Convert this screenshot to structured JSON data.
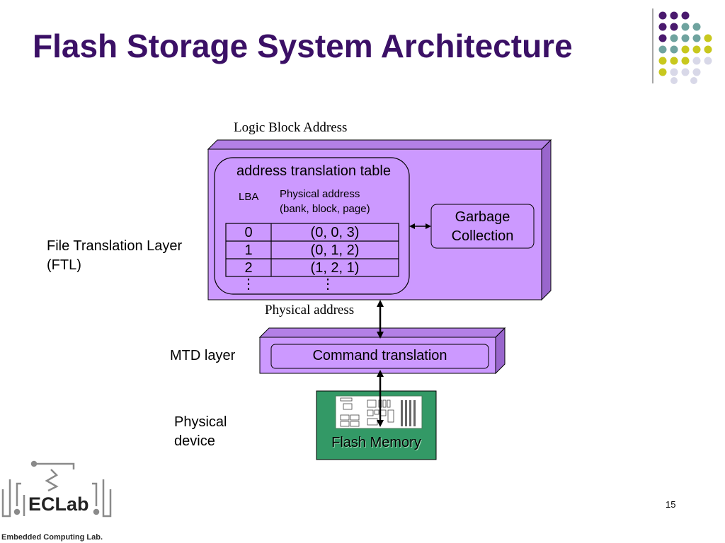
{
  "slide": {
    "title": "Flash Storage System Architecture",
    "page_number": "15",
    "footer": "Embedded Computing Lab.",
    "logo_text": "ECLab"
  },
  "labels": {
    "logic_block_address": "Logic Block Address",
    "ftl_line1": "File Translation Layer",
    "ftl_line2": "(FTL)",
    "physical_address": "Physical address",
    "mtd_layer": "MTD layer",
    "physical_device_line1": "Physical",
    "physical_device_line2": "device"
  },
  "ftl": {
    "table_title": "address translation table",
    "col_lba": "LBA",
    "col_phys_line1": "Physical address",
    "col_phys_line2": "(bank, block, page)",
    "rows": [
      {
        "lba": "0",
        "phys": "(0, 0, 3)"
      },
      {
        "lba": "1",
        "phys": "(0, 1, 2)"
      },
      {
        "lba": "2",
        "phys": "(1, 2, 1)"
      }
    ],
    "ellipsis": "⋮",
    "gc_line1": "Garbage",
    "gc_line2": "Collection"
  },
  "mtd": {
    "command_translation": "Command translation"
  },
  "device": {
    "flash_memory": "Flash Memory"
  },
  "colors": {
    "title": "#3b1066",
    "box_fill": "#cc99ff",
    "box_side": "#9966cc",
    "device_fill": "#339966",
    "dot_purple": "#4a1a6e",
    "dot_teal": "#6fa39f",
    "dot_yellow": "#c8c81e",
    "dot_light": "#d8d8e8"
  }
}
